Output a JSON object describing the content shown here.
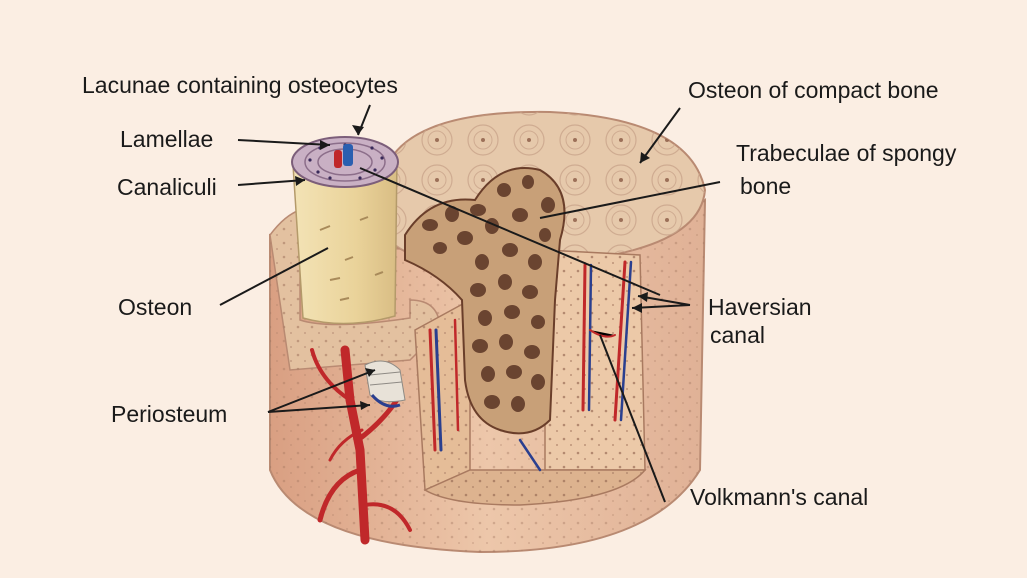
{
  "labels": {
    "lacunae": "Lacunae containing osteocytes",
    "lamellae": "Lamellae",
    "canaliculi": "Canaliculi",
    "osteon": "Osteon",
    "periosteum": "Periosteum",
    "osteon_compact": "Osteon of compact bone",
    "trabeculae_line1": "Trabeculae of  spongy",
    "trabeculae_line2": "bone",
    "haversian_line1": "Haversian",
    "haversian_line2": "canal",
    "volkmann": "Volkmann's canal"
  },
  "colors": {
    "background": "#fbeee3",
    "bone_surface": "#e9c2a3",
    "bone_top": "#e6c9ab",
    "spongy_bone": "#c8a078",
    "trabecula_cavity": "#5a3424",
    "artery": "#c0282a",
    "vein": "#2a3f8f",
    "osteon_cylinder": "#f0dca8",
    "leader_line": "#1a1a1a"
  }
}
